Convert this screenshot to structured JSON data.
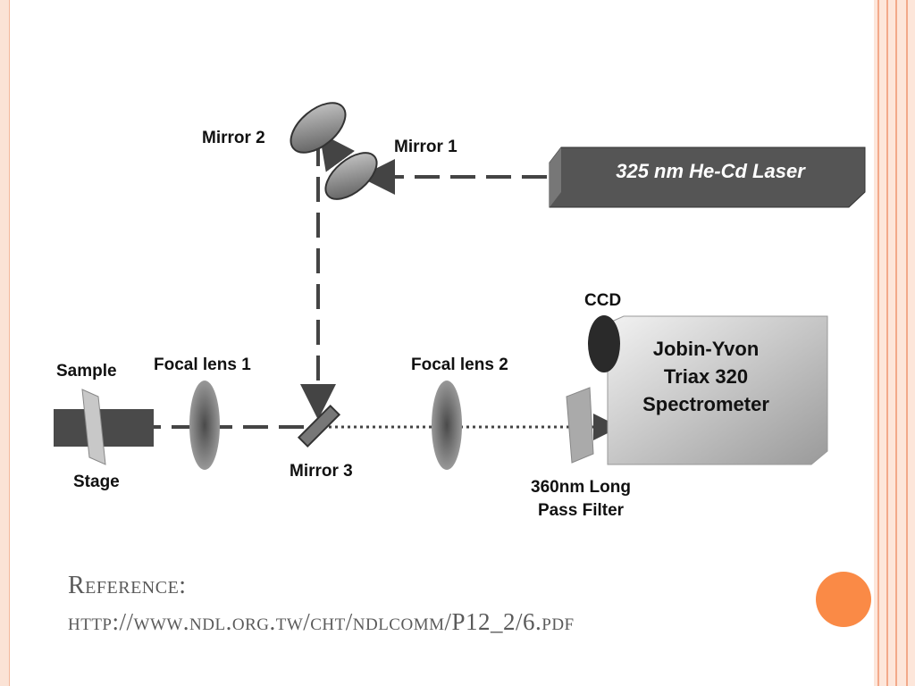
{
  "diagram": {
    "laser": "325 nm He-Cd Laser",
    "mirror1": "Mirror 1",
    "mirror2": "Mirror 2",
    "mirror3": "Mirror 3",
    "sample": "Sample",
    "stage": "Stage",
    "focal_lens_1": "Focal lens 1",
    "focal_lens_2": "Focal lens 2",
    "ccd": "CCD",
    "spectrometer_lines": [
      "Jobin-Yvon",
      "Triax 320",
      "Spectrometer"
    ],
    "filter_lines": [
      "360nm Long",
      "Pass Filter"
    ]
  },
  "reference": {
    "label": "Reference:",
    "url": "http://www.ndl.org.tw/cht/ndlcomm/P12_2/6.pdf"
  },
  "colors": {
    "accent_orange": "#fa8a46",
    "border_peach": "#fde6da",
    "reference_text": "#5a5a5a"
  }
}
